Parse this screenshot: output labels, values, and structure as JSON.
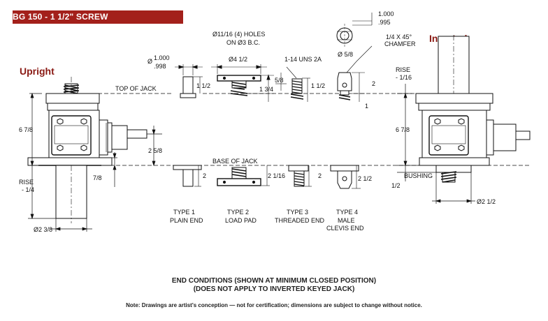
{
  "title": "BG 150 - 1 1/2\" SCREW",
  "headers": {
    "upright": "Upright",
    "inverted": "Inverted"
  },
  "labels": {
    "top_of_jack": "TOP OF JACK",
    "base_of_jack": "BASE OF JACK",
    "holes": "Ø11/16 (4) HOLES",
    "bc": "ON Ø3 B.C.",
    "od_412": "Ø4 1/2",
    "uns": "1-14 UNS 2A",
    "d58": "Ø 5/8",
    "chamfer1": "1/4 X 45°",
    "chamfer2": "CHAMFER",
    "tol_top": "1.000",
    "tol_bot": ".995",
    "pin_top": "1.000",
    "pin_bot": ".998",
    "pin_prefix": "Ø",
    "d_112": "1 1/2",
    "d_134": "1 3/4",
    "d_58": "5/8",
    "d_112b": "1 1/2",
    "d_2": "2",
    "d_1": "1",
    "d_678_left": "6 7/8",
    "d_258": "2 5/8",
    "d_78": "7/8",
    "rise_left_1": "RISE",
    "rise_left_2": "- 1/4",
    "d_238": "Ø2 3/8",
    "rise_right_1": "RISE",
    "rise_right_2": "- 1/16",
    "d_678_right": "6 7/8",
    "bushing": "BUSHING",
    "d_12": "1/2",
    "d_212": "Ø2 1/2",
    "t1_h": "2",
    "t2_h": "2 1/16",
    "t3_h": "2",
    "t4_h": "2 1/2"
  },
  "types": [
    {
      "name": "TYPE 1",
      "desc": "PLAIN END",
      "desc2": ""
    },
    {
      "name": "TYPE 2",
      "desc": "LOAD PAD",
      "desc2": ""
    },
    {
      "name": "TYPE 3",
      "desc": "THREADED END",
      "desc2": ""
    },
    {
      "name": "TYPE 4",
      "desc": "MALE",
      "desc2": "CLEVIS END"
    }
  ],
  "notes": {
    "end_conditions_1": "END CONDITIONS (SHOWN AT MINIMUM CLOSED POSITION)",
    "end_conditions_2": "(DOES NOT APPLY TO INVERTED KEYED JACK)",
    "disclaimer": "Note: Drawings are artist's conception — not for certification; dimensions are subject to change without notice."
  },
  "colors": {
    "title_bg": "#a3201b",
    "header": "#8a1a14",
    "line": "#111111"
  }
}
